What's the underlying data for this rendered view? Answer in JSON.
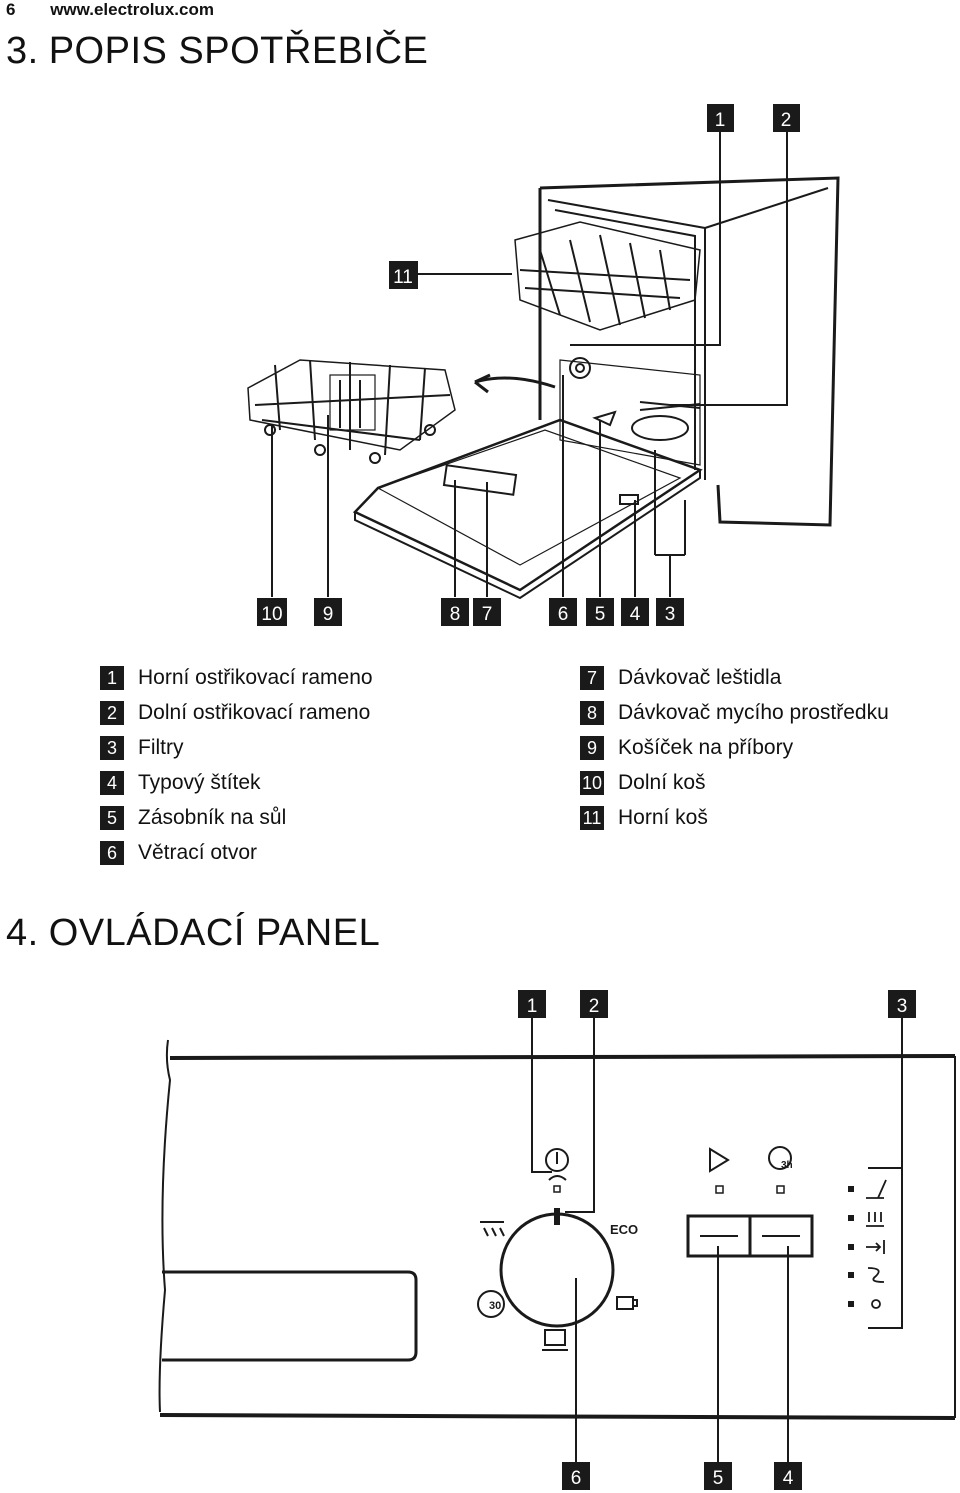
{
  "header": {
    "page": "6",
    "url": "www.electrolux.com"
  },
  "section3": {
    "number": "3.",
    "title": "POPIS SPOTŘEBIČE",
    "callouts": [
      "1",
      "2",
      "3",
      "4",
      "5",
      "6",
      "7",
      "8",
      "9",
      "10",
      "11"
    ],
    "legend_left": [
      {
        "n": "1",
        "text": "Horní ostřikovací rameno"
      },
      {
        "n": "2",
        "text": "Dolní ostřikovací rameno"
      },
      {
        "n": "3",
        "text": "Filtry"
      },
      {
        "n": "4",
        "text": "Typový štítek"
      },
      {
        "n": "5",
        "text": "Zásobník na sůl"
      },
      {
        "n": "6",
        "text": "Větrací otvor"
      }
    ],
    "legend_right": [
      {
        "n": "7",
        "text": "Dávkovač leštidla"
      },
      {
        "n": "8",
        "text": "Dávkovač mycího prostředku"
      },
      {
        "n": "9",
        "text": "Košíček na příbory"
      },
      {
        "n": "10",
        "text": "Dolní koš"
      },
      {
        "n": "11",
        "text": "Horní koš"
      }
    ]
  },
  "section4": {
    "number": "4.",
    "title": "OVLÁDACÍ PANEL",
    "callouts": [
      "1",
      "2",
      "3",
      "6",
      "5",
      "4"
    ],
    "eco_label": "ECO",
    "timer_label": "3h",
    "quick_label": "30"
  }
}
